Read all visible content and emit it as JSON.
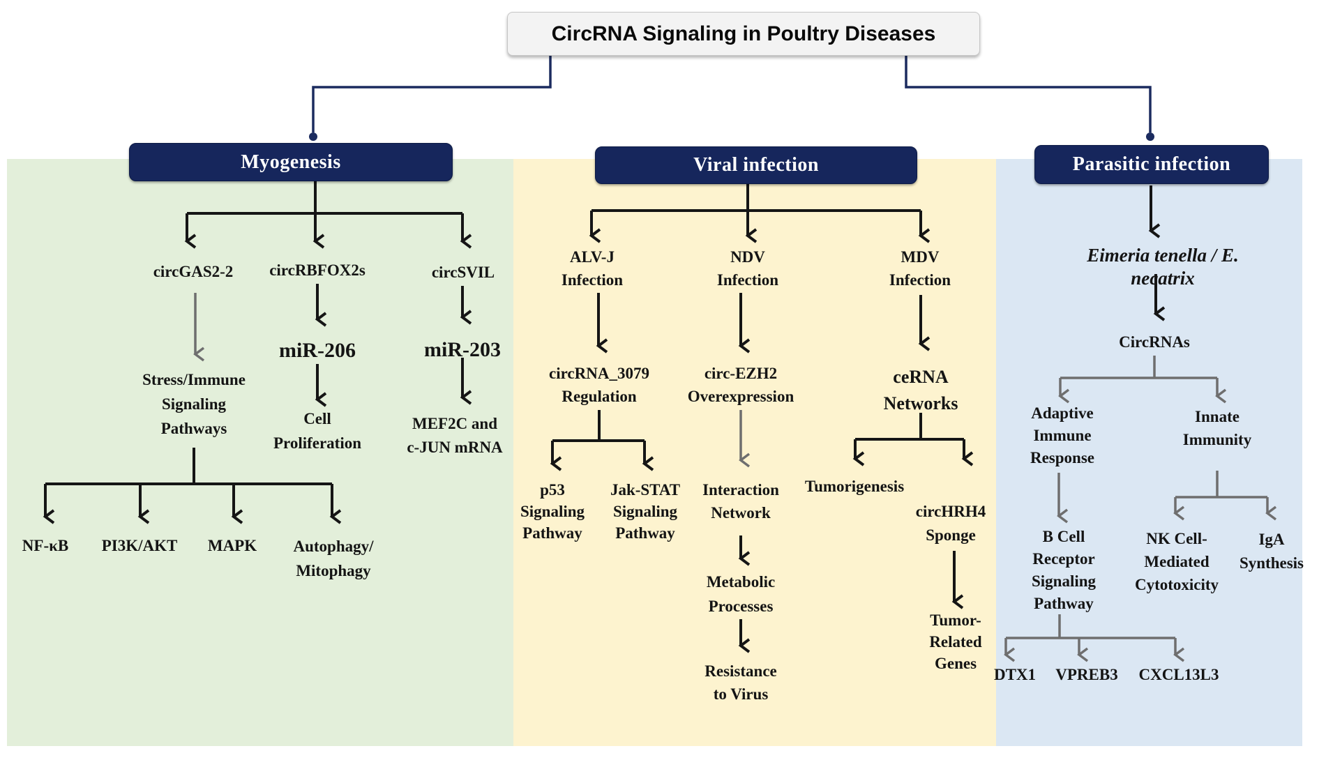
{
  "title": "CircRNA Signaling in Poultry Diseases",
  "colors": {
    "accent_navy": "#16265c",
    "connector_navy": "#1b2b5f",
    "panel_green": "#e3efda",
    "panel_yellow": "#fdf3cf",
    "panel_blue": "#dbe7f3",
    "arrow_black": "#151515",
    "arrow_gray": "#6e6e6e",
    "title_bg": "#f3f3f3",
    "header_text": "#ffffff"
  },
  "branches": {
    "myogenesis": {
      "header": "Myogenesis",
      "nodes": {
        "circgas2_2": "circGAS2-2",
        "circrbfox2s": "circRBFOX2s",
        "circsvil": "circSVIL",
        "stress_pathways": "Stress/Immune\nSignaling\nPathways",
        "mir206": "miR-206",
        "mir203": "miR-203",
        "cell_proliferation": "Cell\nProliferation",
        "mef2c_cjun": "MEF2C and\nc-JUN mRNA",
        "nfkb": "NF-κB",
        "pi3k_akt": "PI3K/AKT",
        "mapk": "MAPK",
        "autophagy_mitophagy": "Autophagy/\nMitophagy"
      }
    },
    "viral": {
      "header": "Viral infection",
      "nodes": {
        "alvj_infection": "ALV-J\nInfection",
        "ndv_infection": "NDV\nInfection",
        "mdv_infection": "MDV\nInfection",
        "circrna_3079": "circRNA_3079\nRegulation",
        "circ_ezh2": "circ-EZH2\nOverexpression",
        "cerna_networks": "ceRNA\nNetworks",
        "p53_pathway": "p53\nSignaling\nPathway",
        "jak_stat_pathway": "Jak-STAT\nSignaling\nPathway",
        "interaction_network": "Interaction\nNetwork",
        "tumorigenesis": "Tumorigenesis",
        "circhrh4_sponge": "circHRH4\nSponge",
        "metabolic_processes": "Metabolic\nProcesses",
        "resistance_to_virus": "Resistance\nto Virus",
        "tumor_related_genes": "Tumor-\nRelated\nGenes"
      }
    },
    "parasitic": {
      "header": "Parasitic infection",
      "nodes": {
        "eimeria": "Eimeria tenella / E. necatrix",
        "circrnas": "CircRNAs",
        "adaptive_immune": "Adaptive\nImmune\nResponse",
        "innate_immunity": "Innate\nImmunity",
        "bcell_pathway": "B Cell\nReceptor\nSignaling\nPathway",
        "nk_cytotoxicity": "NK Cell-\nMediated\nCytotoxicity",
        "iga_synthesis": "IgA\nSynthesis",
        "dtx1": "DTX1",
        "vpreb3": "VPREB3",
        "cxcl13l3": "CXCL13L3"
      }
    }
  }
}
